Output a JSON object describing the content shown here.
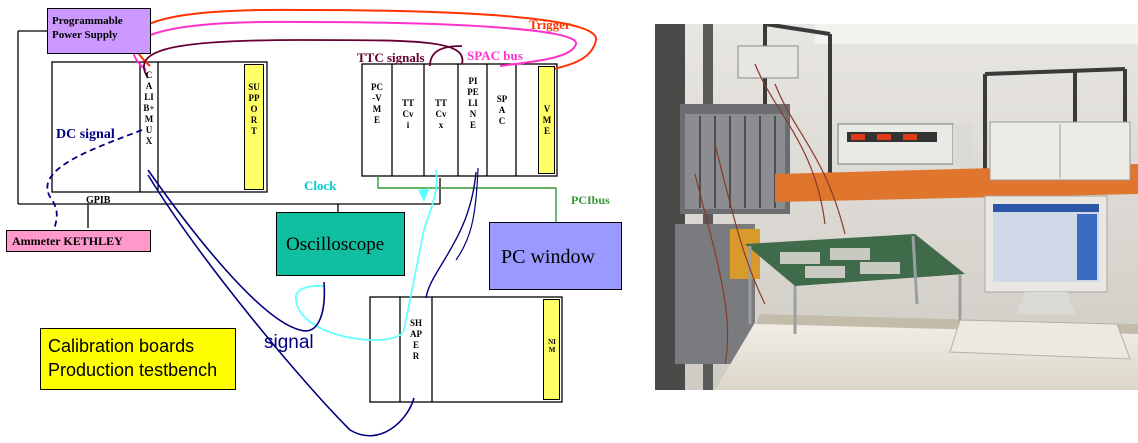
{
  "diagram": {
    "power_supply": "Programmable Power Supply",
    "calib_mux": "CALIB+MUX",
    "support": "SUPPORT",
    "pc_vme": "PC-VME",
    "ttc_vi": "TTCvi",
    "ttc_vx": "TTCvx",
    "pipeline": "PIPELINE",
    "spac": "SPAC",
    "vme": "VME",
    "ttc_signals": "TTC signals",
    "spac_bus": "SPAC bus",
    "trigger": "Trigger",
    "dc_signal": "DC signal",
    "gpib": "GPIB",
    "ammeter": "Ammeter KETHLEY",
    "clock": "Clock",
    "pcibus": "PCIbus",
    "oscilloscope": "Oscilloscope",
    "pc_window": "PC window",
    "signal": "signal",
    "shaper": "SHAPER",
    "nim": "NIM",
    "caption_line1": "Calibration boards",
    "caption_line2": "Production testbench"
  },
  "colors": {
    "power_supply_fill": "#cc99ff",
    "ammeter_fill": "#ff99cc",
    "oscilloscope_fill": "#0fbf9f",
    "pc_window_fill": "#9999ff",
    "caption_fill": "#ffff00",
    "support_fill": "#ffff66",
    "trigger": "#ff3300",
    "spac_bus": "#ff33cc",
    "ttc_signals": "#660033",
    "clock": "#66ffff",
    "pcibus": "#339933",
    "signal": "#000080"
  }
}
